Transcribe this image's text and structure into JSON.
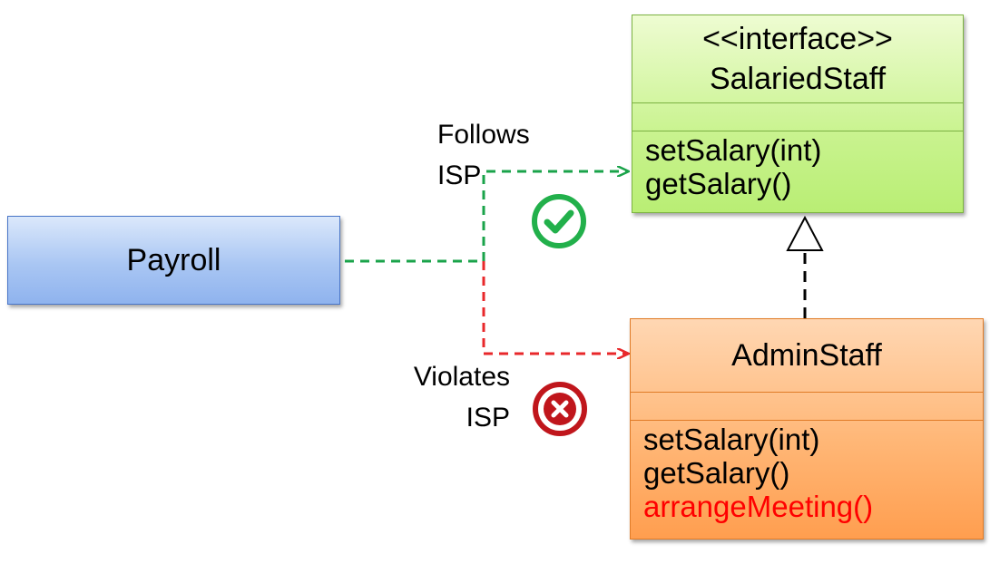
{
  "payroll": {
    "label": "Payroll"
  },
  "salaried_staff": {
    "stereotype": "<<interface>>",
    "name": "SalariedStaff",
    "operations": [
      "setSalary(int)",
      "getSalary()"
    ]
  },
  "admin_staff": {
    "name": "AdminStaff",
    "operations": [
      "setSalary(int)",
      "getSalary()"
    ],
    "extra_operation": "arrangeMeeting()"
  },
  "follows_label": {
    "line1": "Follows",
    "line2": "ISP"
  },
  "violates_label": {
    "line1": "Violates",
    "line2": "ISP"
  },
  "colors": {
    "follows_line": "#1aa34a",
    "violates_line": "#e8282b",
    "check_icon": "#22b04b",
    "cross_icon": "#c0161c",
    "highlight_text": "#ff0000"
  }
}
